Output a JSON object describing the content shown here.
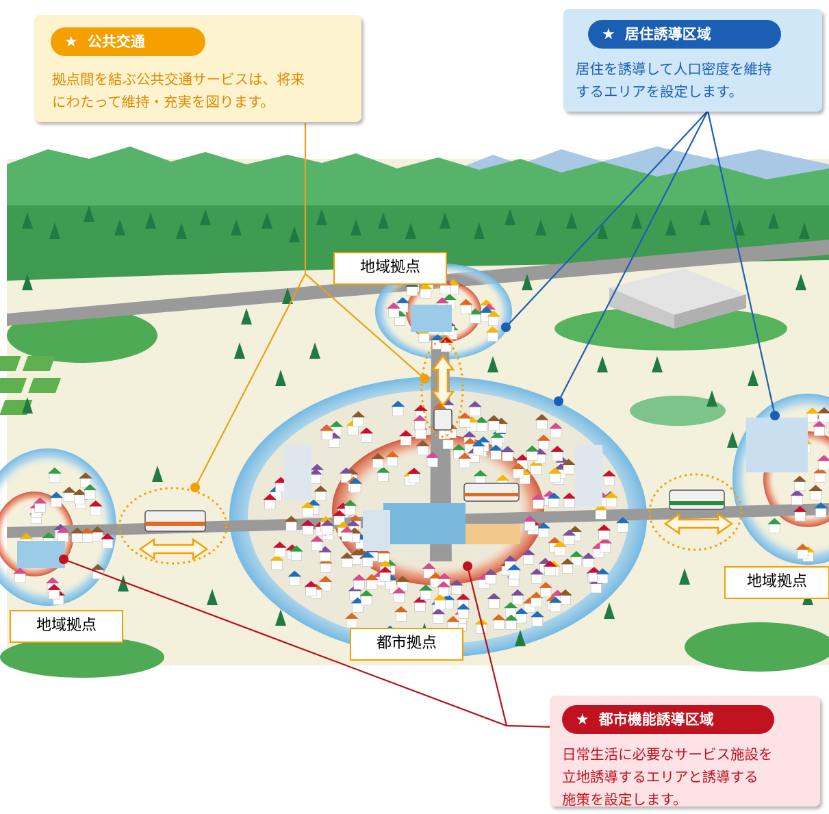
{
  "colors": {
    "transport_accent": "#f5a000",
    "residential_accent": "#1a5fb4",
    "urban_accent": "#c1121f",
    "transport_bg": "#fdf3cf",
    "residential_bg": "#cfe7f6",
    "urban_bg": "#fde3e5"
  },
  "callouts": {
    "transport": {
      "icon": "star-icon",
      "title": "公共交通",
      "line1": "拠点間を結ぶ公共交通サービスは、将来",
      "line2": "にわたって維持・充実を図ります。"
    },
    "residential": {
      "icon": "star-icon",
      "title": "居住誘導区域",
      "line1": "居住を誘導して人口密度を維持",
      "line2": "するエリアを設定します。"
    },
    "urban": {
      "icon": "star-icon",
      "title": "都市機能誘導区域",
      "line1": "日常生活に必要なサービス施設を",
      "line2": "立地誘導するエリアと誘導する",
      "line3": "施策を設定します。"
    }
  },
  "labels": {
    "regional_top": "地域拠点",
    "regional_left": "地域拠点",
    "regional_right": "地域拠点",
    "city_center": "都市拠点"
  }
}
